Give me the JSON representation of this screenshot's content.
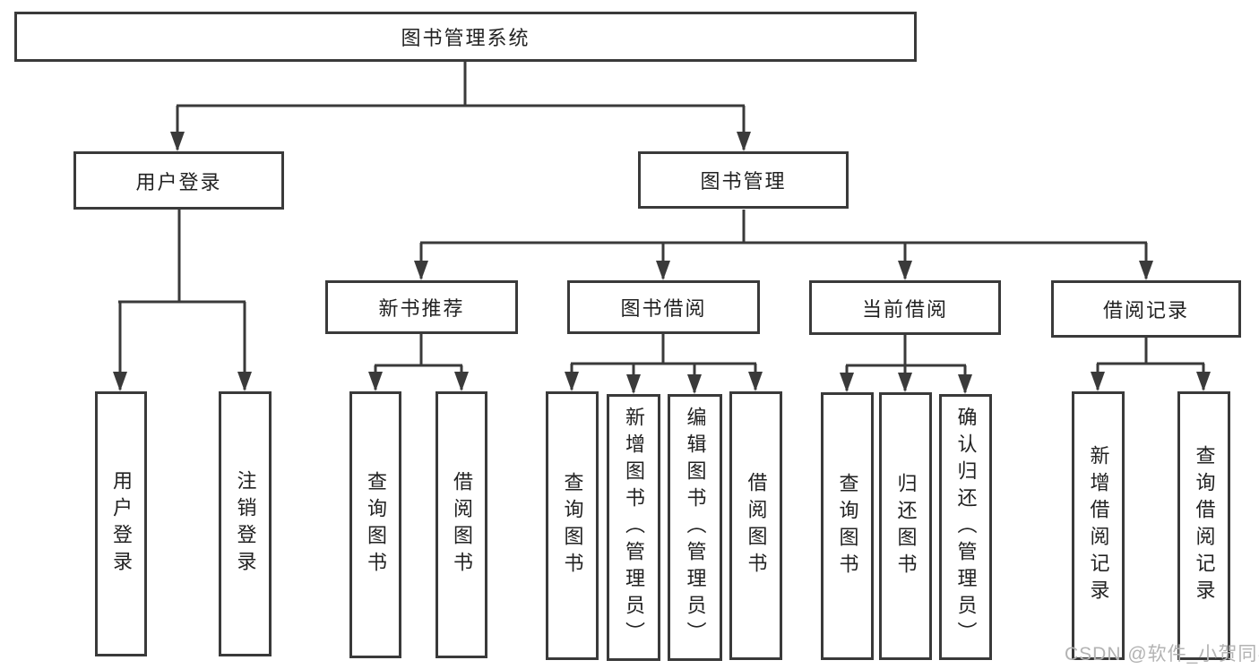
{
  "diagram": {
    "root_label": "图书管理系统",
    "level2": {
      "user_login": "用户登录",
      "book_mgmt": "图书管理"
    },
    "user_login_children": {
      "login": "用户登录",
      "logout": "注销登录"
    },
    "book_mgmt_children": {
      "new_book_rec": "新书推荐",
      "book_borrow": "图书借阅",
      "current_borrow": "当前借阅",
      "borrow_records": "借阅记录"
    },
    "new_book_rec_children": {
      "query_book": "查询图书",
      "borrow_book": "借阅图书"
    },
    "book_borrow_children": {
      "query_book": "查询图书",
      "add_book": "新增图书（管理员）",
      "edit_book": "编辑图书（管理员）",
      "borrow_book": "借阅图书"
    },
    "current_borrow_children": {
      "query_book": "查询图书",
      "return_book": "归还图书",
      "confirm_return": "确认归还（管理员）"
    },
    "borrow_records_children": {
      "add_record": "新增借阅记录",
      "query_record": "查询借阅记录"
    }
  },
  "watermark": {
    "text": "CSDN @软件_小贺同学"
  },
  "colors": {
    "line": "#3a3a3a",
    "text": "#222222",
    "box_bg": "#ffffff",
    "page_bg": "#ffffff",
    "watermark": "#b3b3b3"
  }
}
